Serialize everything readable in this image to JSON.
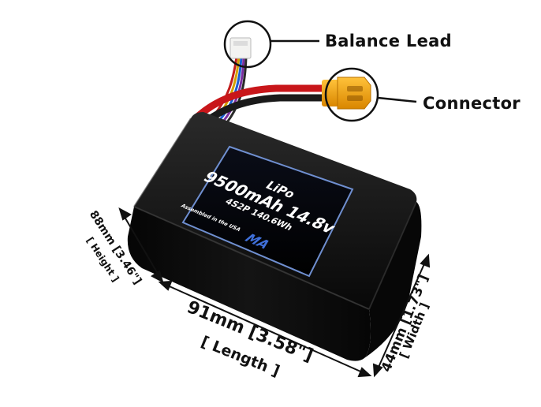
{
  "product": {
    "label": {
      "chemistry": "LiPo",
      "capacity_voltage": "9500mAh 14.8v",
      "config_energy": "4S2P 140.6Wh",
      "origin": "Assembled in the USA",
      "logo_text": "MA"
    }
  },
  "callouts": {
    "balance_lead": "Balance Lead",
    "connector": "Connector"
  },
  "dimensions": {
    "height_value": "88mm [3.46\"]",
    "height_name": "[ Height ]",
    "length_value": "91mm [3.58\"]",
    "length_name": "[ Length ]",
    "width_value": "44mm [1.73\"]",
    "width_name": "[ Width ]"
  },
  "colors": {
    "battery_body": "#0b0b0b",
    "label_border": "#6f8fd0",
    "connector_yellow": "#f2a500",
    "wire_red": "#c8161a"
  }
}
